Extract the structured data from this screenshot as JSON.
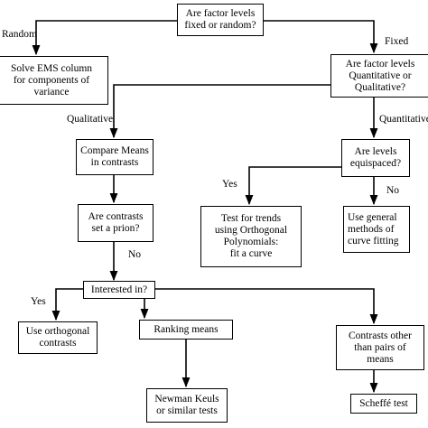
{
  "nodes": {
    "start": "Are factor levels\nfixed or random?",
    "solve_ems": "Solve EMS column\nfor components of\nvariance",
    "quant_or_qual": "Are factor levels\nQuantitative or\nQualitative?",
    "compare_means": "Compare Means\nin contrasts",
    "equispaced": "Are levels\nequispaced?",
    "contrasts_prior": "Are contrasts\nset a prion?",
    "test_trends": "Test for trends\nusing Orthogonal\nPolynomials:\nfit a curve",
    "general_methods": "Use general\nmethods of\ncurve fitting",
    "interested_in": "Interested in?",
    "orthogonal_contrasts": "Use orthogonal\ncontrasts",
    "ranking_means": "Ranking means",
    "contrasts_other": "Contrasts other\nthan pairs of\nmeans",
    "newman_keuls": "Newman Keuls\nor similar tests",
    "scheffe": "Scheffé test"
  },
  "edges": {
    "random": "Random",
    "fixed": "Fixed",
    "qualitative": "Qualitative",
    "quantitative": "Quantitative",
    "yes_trends": "Yes",
    "no_general": "No",
    "no_interested": "No",
    "yes_orthogonal": "Yes"
  }
}
